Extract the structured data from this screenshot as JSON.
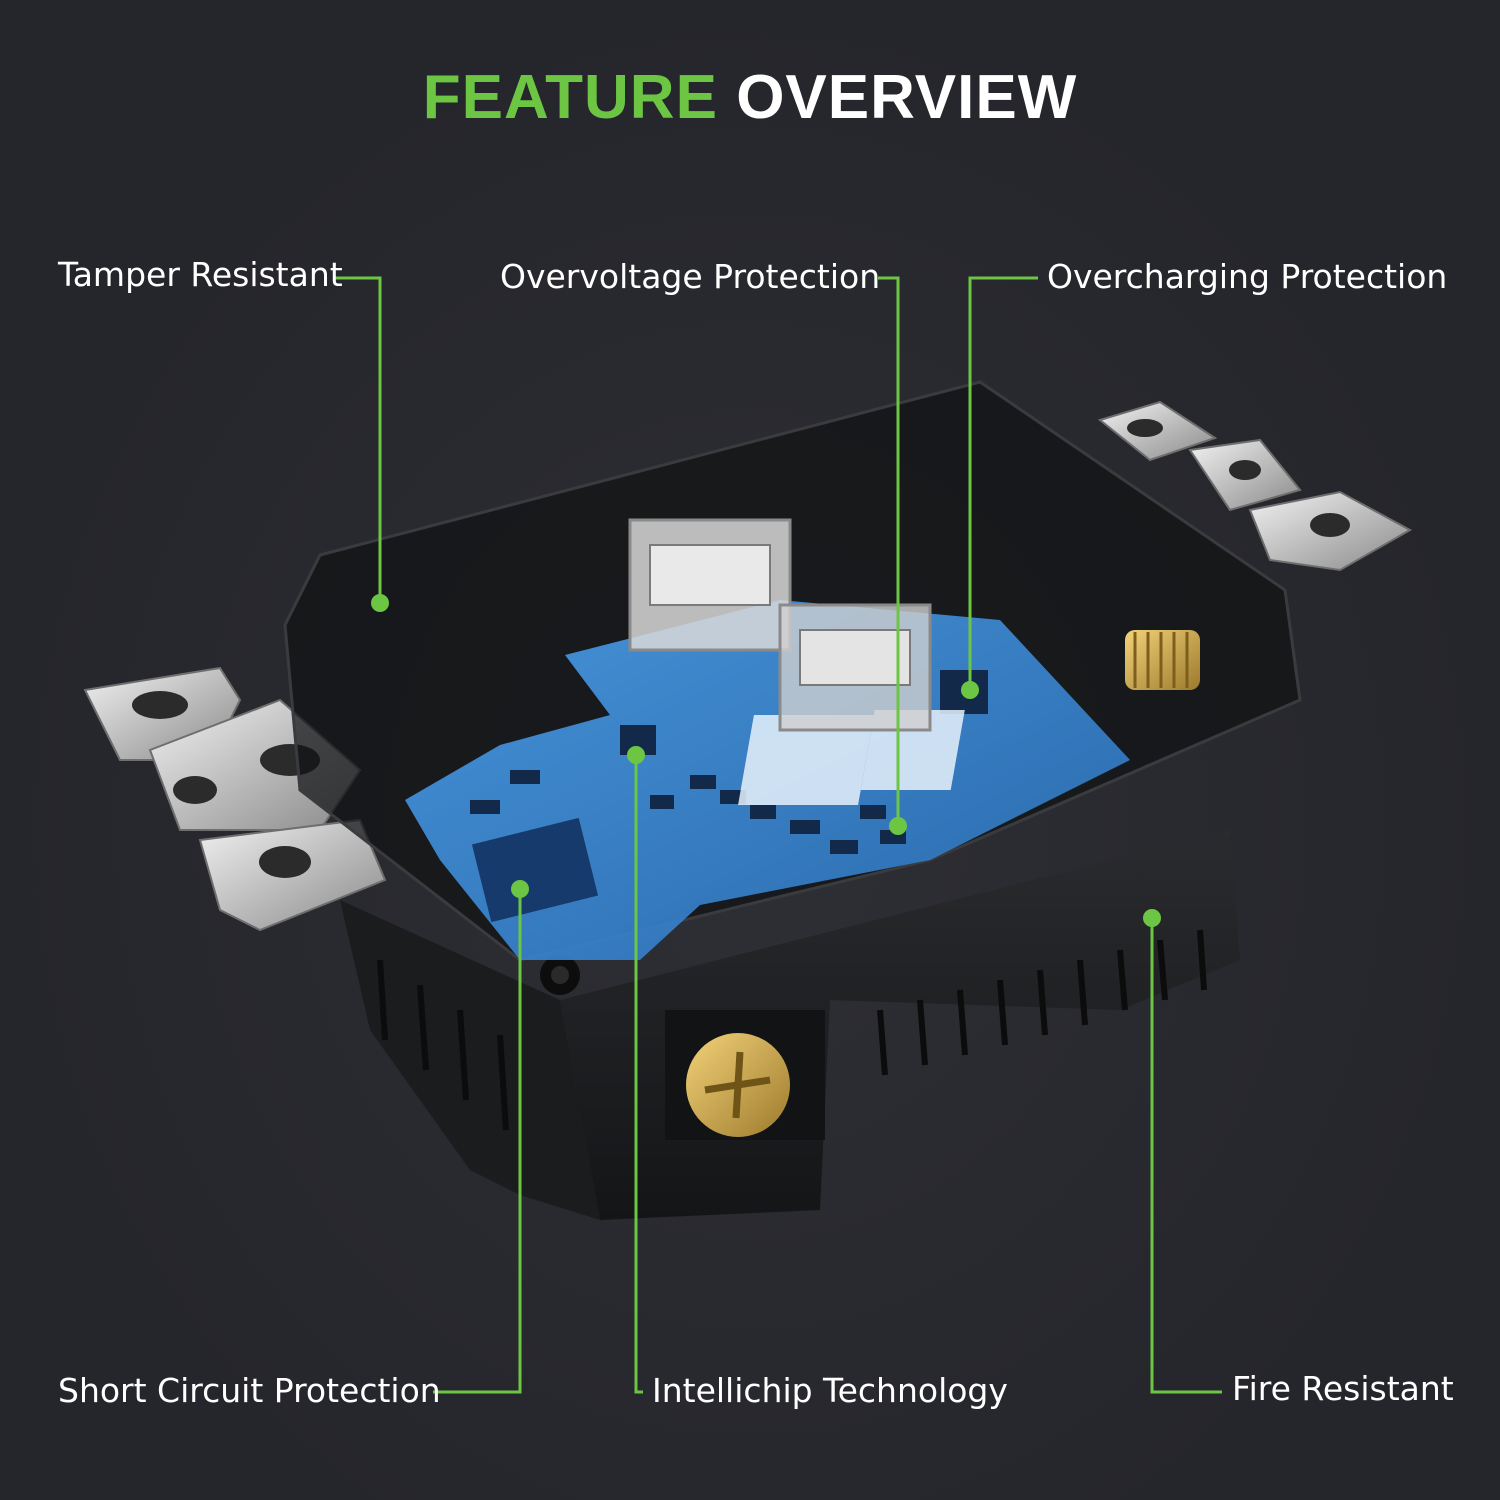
{
  "title": {
    "part1": "FEATURE",
    "part2": "OVERVIEW"
  },
  "features": {
    "tamper_resistant": "Tamper Resistant",
    "overvoltage_protection": "Overvoltage Protection",
    "overcharging_protection": "Overcharging Protection",
    "short_circuit_protection": "Short Circuit Protection",
    "intellichip_technology": "Intellichip Technology",
    "fire_resistant": "Fire Resistant"
  },
  "colors": {
    "accent": "#6cc644",
    "background": "#25262b",
    "pcb": "#3a8cd9",
    "housing": "#1e1f22"
  }
}
